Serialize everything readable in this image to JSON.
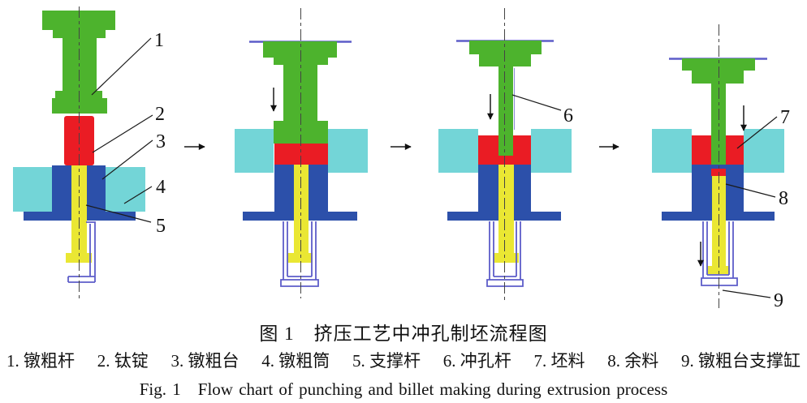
{
  "figure": {
    "title_zh": "图 1　挤压工艺中冲孔制坯流程图",
    "title_en": "Fig. 1　Flow chart of punching and billet making during extrusion process",
    "legend_items": [
      "1. 镦粗杆",
      "2. 钛锭",
      "3. 镦粗台",
      "4. 镦粗筒",
      "5. 支撑杆",
      "6. 冲孔杆",
      "7. 坯料",
      "8. 余料",
      "9. 镦粗台支撑缸"
    ]
  },
  "callouts": [
    "1",
    "2",
    "3",
    "4",
    "5",
    "6",
    "7",
    "8",
    "9"
  ],
  "colors": {
    "green": "#4db32d",
    "red": "#ea1c24",
    "cyan": "#73d5d7",
    "blue": "#2c50aa",
    "yellow": "#eae733",
    "purple": "#5d5dc9",
    "ink": "#1a1a1a",
    "centerline": "#444444"
  }
}
